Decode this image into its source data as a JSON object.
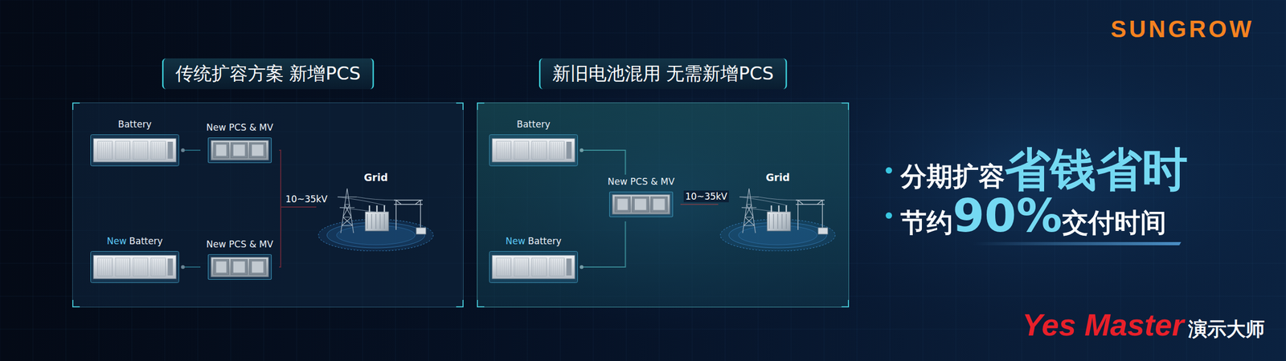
{
  "diagram": {
    "nodes": [
      {
        "text": [
          "传统扩容方案 新增PCS"
        ]
      },
      {
        "text": [
          "Battery"
        ],
        "in": 0
      },
      {
        "text": [
          "New PCS & MV"
        ],
        "in": 0
      },
      {
        "text": [
          "New",
          "Battery"
        ],
        "in": 0
      },
      {
        "text": [
          "New PCS & MV"
        ],
        "in": 0
      },
      {
        "text": [
          "Grid"
        ],
        "in": 0
      },
      {
        "text": [
          "新旧电池混用 无需新增PCS"
        ]
      },
      {
        "text": [
          "Battery"
        ],
        "in": 6
      },
      {
        "text": [
          "New",
          "Battery"
        ],
        "in": 6
      },
      {
        "text": [
          "New PCS & MV"
        ],
        "in": 6
      },
      {
        "text": [
          "Grid"
        ],
        "in": 6
      }
    ],
    "edges": [
      {
        "from": 1,
        "to": 2,
        "arrow": "none"
      },
      {
        "from": 3,
        "to": 4,
        "arrow": "none"
      },
      {
        "from": 2,
        "to": 5,
        "label": "10~35kV",
        "arrow": "none"
      },
      {
        "from": 4,
        "to": 5,
        "arrow": "none"
      },
      {
        "from": 7,
        "to": 9,
        "arrow": "none"
      },
      {
        "from": 8,
        "to": 9,
        "arrow": "none"
      },
      {
        "from": 9,
        "to": 10,
        "label": "10~35kV",
        "arrow": "none"
      }
    ],
    "labels": [
      "SUNGROW",
      "分期扩容",
      "省钱省时",
      "节约",
      "90%",
      "交付时间",
      "Yes Master",
      "演示大师"
    ]
  }
}
